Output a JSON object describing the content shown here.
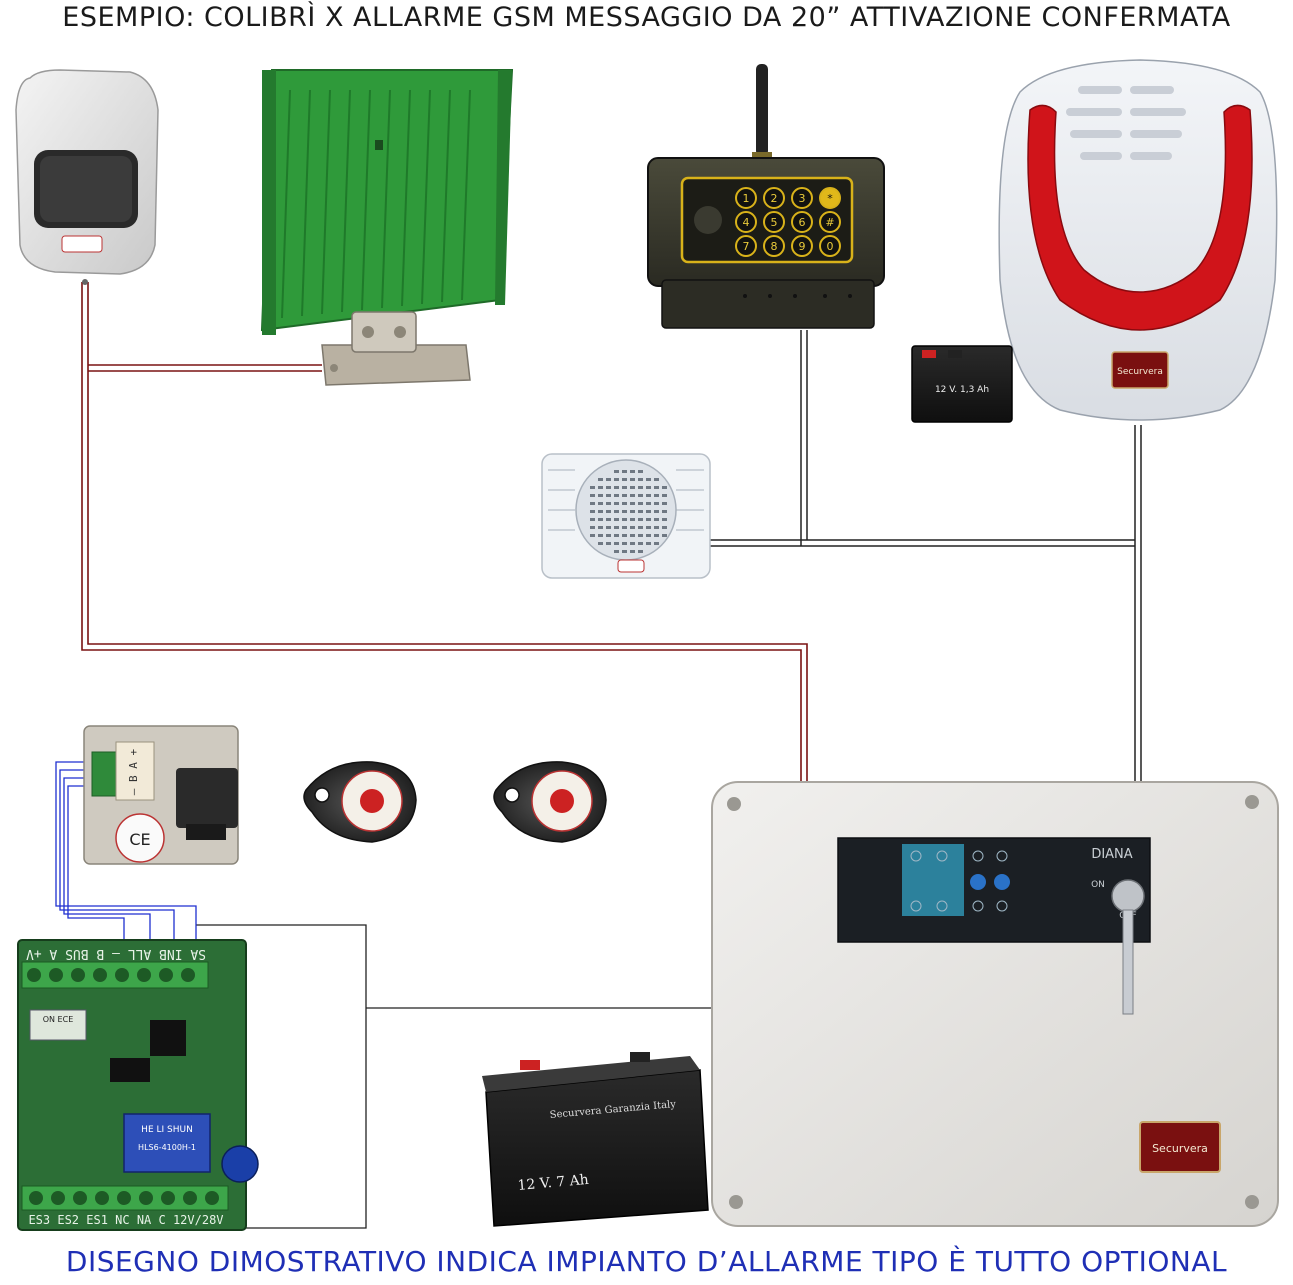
{
  "header": {
    "title": "ESEMPIO: COLIBRÌ X ALLARME GSM MESSAGGIO DA 20” ATTIVAZIONE CONFERMATA"
  },
  "footer": {
    "caption": "DISEGNO DIMOSTRATIVO INDICA IMPIANTO D’ALLARME TIPO È TUTTO OPTIONAL"
  },
  "colors": {
    "title_text": "#1a1a1a",
    "caption_text": "#1f2fb5",
    "wire_red": "#7a1212",
    "wire_black": "#222222",
    "wire_blue": "#1e2fd0",
    "garage_green": "#2f9a3a",
    "siren_red": "#d0141a"
  },
  "devices": {
    "pir_sensor": {
      "icon": "pir-motion-sensor-icon"
    },
    "garage_door": {
      "icon": "garage-door-icon"
    },
    "magnetic_contact": {
      "icon": "magnetic-contact-icon"
    },
    "gsm_dialer": {
      "icon": "gsm-keypad-dialer-icon",
      "keys": [
        "1",
        "2",
        "3",
        "*",
        "4",
        "5",
        "6",
        "#",
        "7",
        "8",
        "9",
        "0"
      ]
    },
    "siren": {
      "icon": "outdoor-siren-icon",
      "badge": "Securvera"
    },
    "small_battery": {
      "icon": "battery-icon",
      "label": "12 V. 1,3 Ah"
    },
    "indoor_speaker": {
      "icon": "indoor-speaker-icon"
    },
    "rfid_reader": {
      "icon": "rfid-reader-icon",
      "pins": "– B A +",
      "mark": "CE"
    },
    "rfid_tags": {
      "icon": "rfid-tag-icon",
      "count": 2
    },
    "interface_board": {
      "icon": "relay-board-icon",
      "top_terminals": "SA INB ALL  –  B BUS A  +V",
      "bottom_terminals": "ES3 ES2 ES1 NC NA C 12V/28V",
      "relay_brand": "HE LI SHUN",
      "relay_model": "HLS6-4100H-1",
      "dip_labels": "ON  ECE"
    },
    "battery": {
      "icon": "battery-icon",
      "brand": "Securvera  Garanzia Italy",
      "label": "12 V. 7 Ah"
    },
    "control_panel": {
      "icon": "alarm-control-panel-icon",
      "brand": "DIANA",
      "on_label": "ON",
      "off_label": "OFF",
      "badge": "Securvera"
    }
  }
}
